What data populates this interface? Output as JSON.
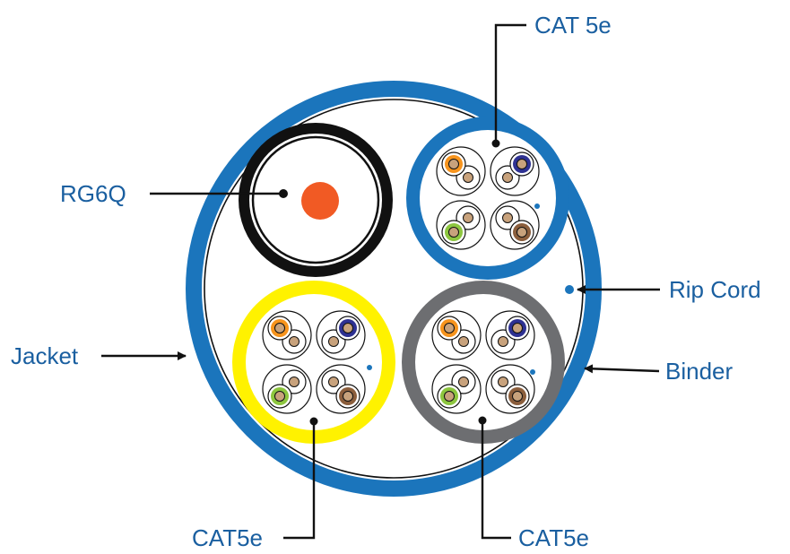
{
  "labels": {
    "cat5e_top": "CAT 5e",
    "rg6q": "RG6Q",
    "rip_cord": "Rip Cord",
    "jacket": "Jacket",
    "binder": "Binder",
    "cat5e_bottom_left": "CAT5e",
    "cat5e_bottom_right": "CAT5e"
  },
  "colors": {
    "jacket": "#1b75bc",
    "label_text": "#1a5fa0",
    "coax_outer": "#111111",
    "coax_center": "#f15a24",
    "cat5e_top_sheath": "#1b75bc",
    "cat5e_left_sheath": "#fff200",
    "cat5e_right_sheath": "#6d6e71",
    "pair_orange": "#f7941d",
    "pair_blue": "#2e3192",
    "pair_green": "#8dc63f",
    "pair_brown": "#8b5e3c",
    "pair_white_stripe": "#c8a27c",
    "rip_cord": "#1b75bc"
  }
}
